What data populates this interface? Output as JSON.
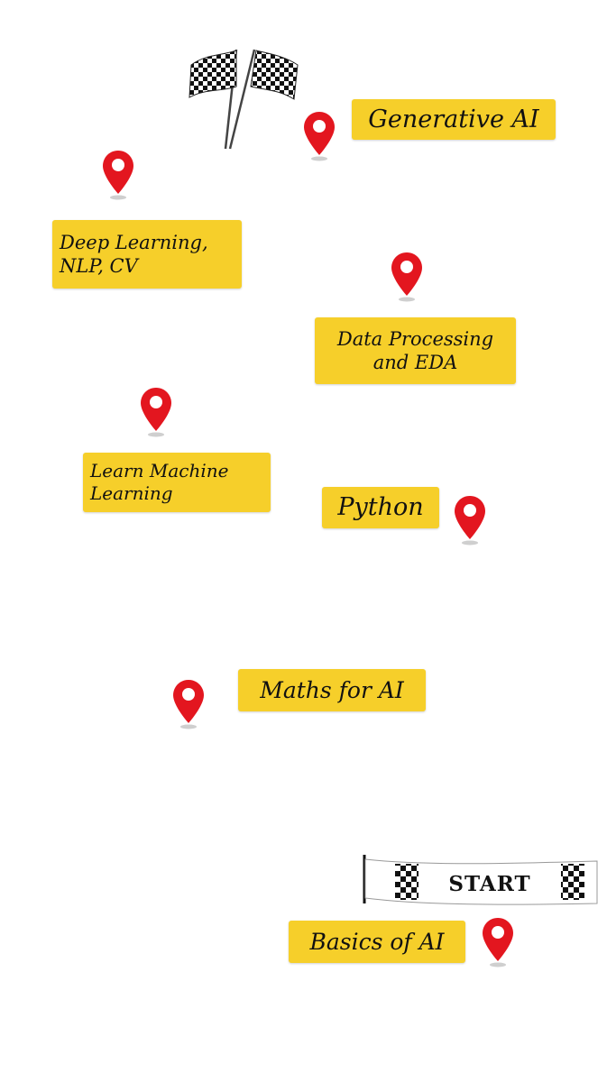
{
  "milestones": [
    {
      "id": "basics",
      "label": "Basics of AI"
    },
    {
      "id": "maths",
      "label": "Maths for AI"
    },
    {
      "id": "python",
      "label": "Python"
    },
    {
      "id": "ml",
      "label": "Learn Machine\nLearning"
    },
    {
      "id": "data",
      "label": "Data Processing\nand EDA"
    },
    {
      "id": "deep",
      "label": "Deep Learning,\nNLP, CV"
    },
    {
      "id": "genai",
      "label": "Generative AI"
    }
  ],
  "start_banner": {
    "text": "START"
  },
  "icons": {
    "pin": "map-pin-icon",
    "finish": "checkered-flags-icon"
  },
  "colors": {
    "road": "#4a4a4a",
    "road_edge": "#d7d7d7",
    "lane_marking": "#ffffff",
    "label_bg": "#f6cf2a",
    "pin": "#e3161f"
  }
}
